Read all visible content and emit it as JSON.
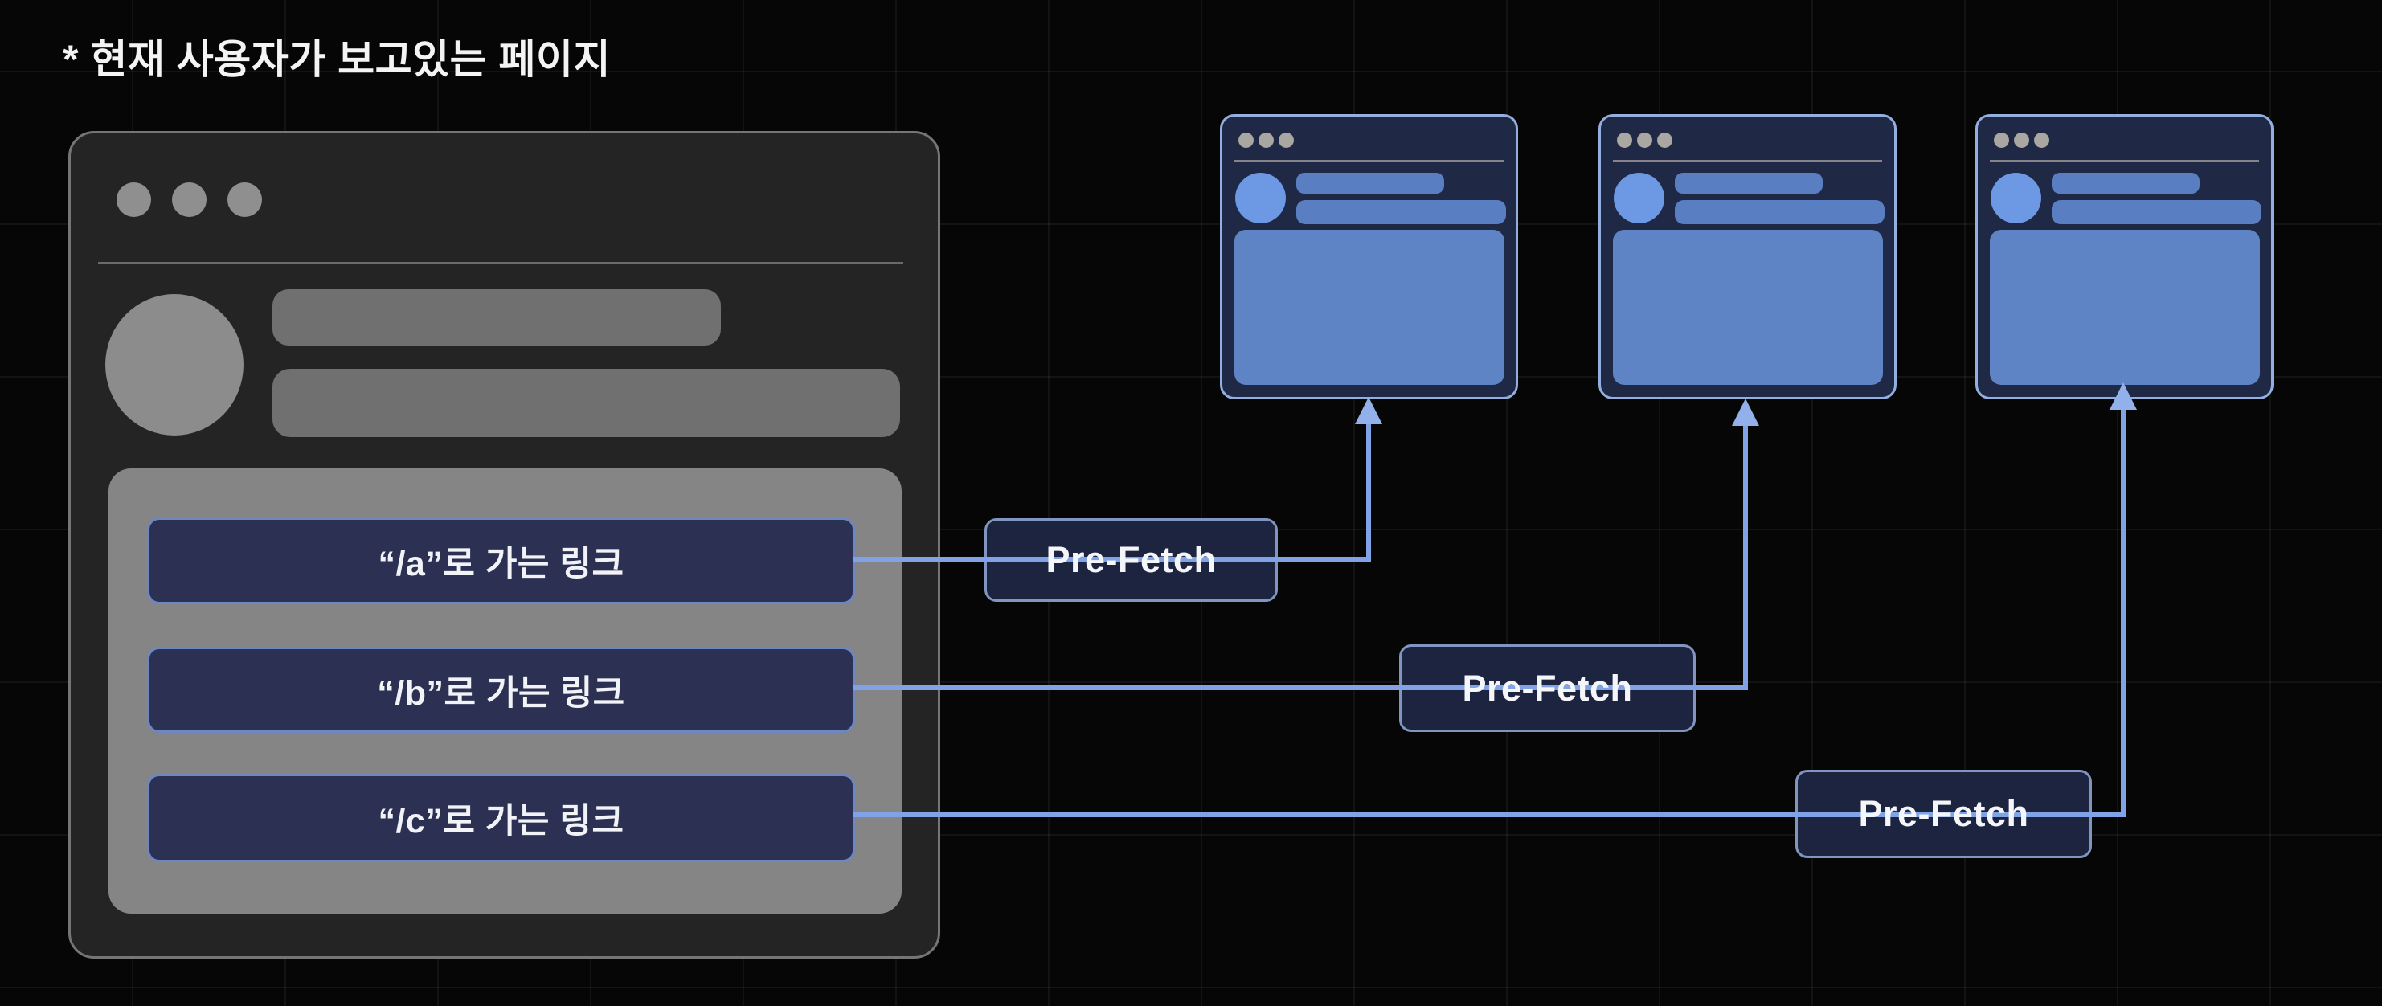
{
  "page": {
    "title": "* 현재 사용자가 보고있는 페이지"
  },
  "browser": {
    "links": [
      {
        "label": "“/a”로 가는 링크"
      },
      {
        "label": "“/b”로 가는 링크"
      },
      {
        "label": "“/c”로 가는 링크"
      }
    ]
  },
  "prefetch": [
    {
      "label": "Pre-Fetch"
    },
    {
      "label": "Pre-Fetch"
    },
    {
      "label": "Pre-Fetch"
    }
  ],
  "icons": {
    "window_controls": "traffic-light-dots",
    "connector": "elbow-arrow-up"
  },
  "colors": {
    "background": "#060606",
    "grid_line": "rgba(255,255,255,0.05)",
    "title_text": "#f4f4f4",
    "window_bg": "#242424",
    "window_border": "#757575",
    "skeleton_gray": "#707070",
    "panel_gray": "#858585",
    "link_button_bg": "#2c3154",
    "link_button_border": "#6d87c2",
    "prefetch_box_bg": "#1d2440",
    "prefetch_box_border": "#8095bf",
    "card_bg": "#1f2945",
    "card_border": "#93afdf",
    "card_avatar_blue": "#6c98e4",
    "card_bar_blue": "#5a7ec2",
    "card_content_blue": "#5f84c6",
    "arrow_blue": "#7fa3e6"
  }
}
